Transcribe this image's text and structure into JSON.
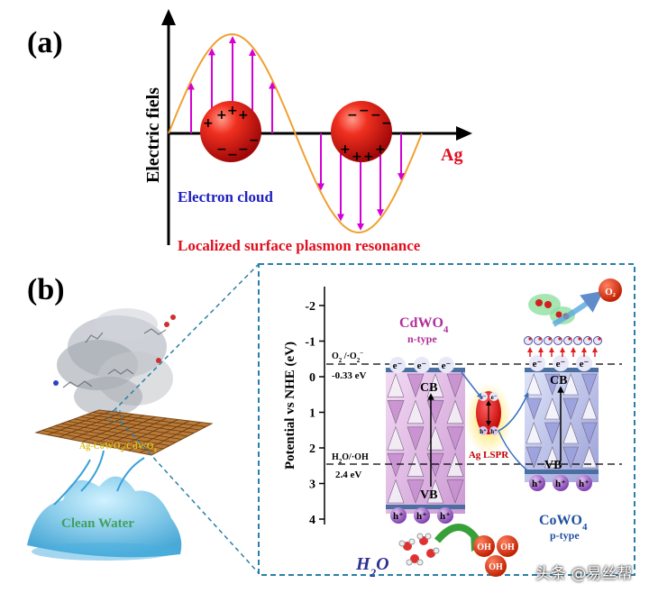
{
  "panel_a": {
    "label": "(a)",
    "y_axis_label": "Electric fiels",
    "x_axis_label": "Ag",
    "electron_cloud_label": "Electron cloud",
    "lspr_label": "Localized surface plasmon resonance",
    "charges": {
      "plus": "+",
      "minus": "−"
    }
  },
  "panel_b": {
    "label": "(b)",
    "membrane_label": "Ag-CoWO4/CdWO4",
    "membrane_label_parts": {
      "a": "Ag-CoWO",
      "b": "4",
      "c": "/CdWO",
      "d": "4"
    },
    "clean_water_label": "Clean Water",
    "y_axis_label": "Potential vs NHE (eV)",
    "y_ticks": [
      "-2",
      "-1",
      "0",
      "1",
      "2",
      "3",
      "4"
    ],
    "cdwo4": {
      "name": "CdWO",
      "sub": "4",
      "type": "n-type"
    },
    "cowo4": {
      "name": "CoWO",
      "sub": "4",
      "type": "p-type"
    },
    "cb": "CB",
    "vb": "VB",
    "o2_label": {
      "a": "O",
      "b": "2",
      "c": " /·O",
      "d": "2",
      "e": "−"
    },
    "o2_value": "-0.33 eV",
    "h2o_label": {
      "a": "H",
      "b": "2",
      "c": "O/·OH"
    },
    "h2o_value": "2.4 eV",
    "electron": "e⁻",
    "hole": "h⁺",
    "ag_lspr": "Ag LSPR",
    "water": {
      "a": "H",
      "b": "2",
      "c": "O"
    },
    "oh": "OH",
    "o2_bubble": "O₂"
  },
  "watermark": "头条 @易丝帮",
  "colors": {
    "sine_wave": "#f0a030",
    "field_arrow": "#d400d4",
    "sphere": "#e02020",
    "electron_cloud": "#2020c0",
    "lspr_text": "#e01020",
    "dashed_frame": "#2a7fa8",
    "cdwo4_text": "#b0309a",
    "cowo4_text": "#2050a0",
    "band_bar": "#4a6fa0",
    "membrane_label": "#d8c020",
    "clean_water": "#40a060"
  }
}
